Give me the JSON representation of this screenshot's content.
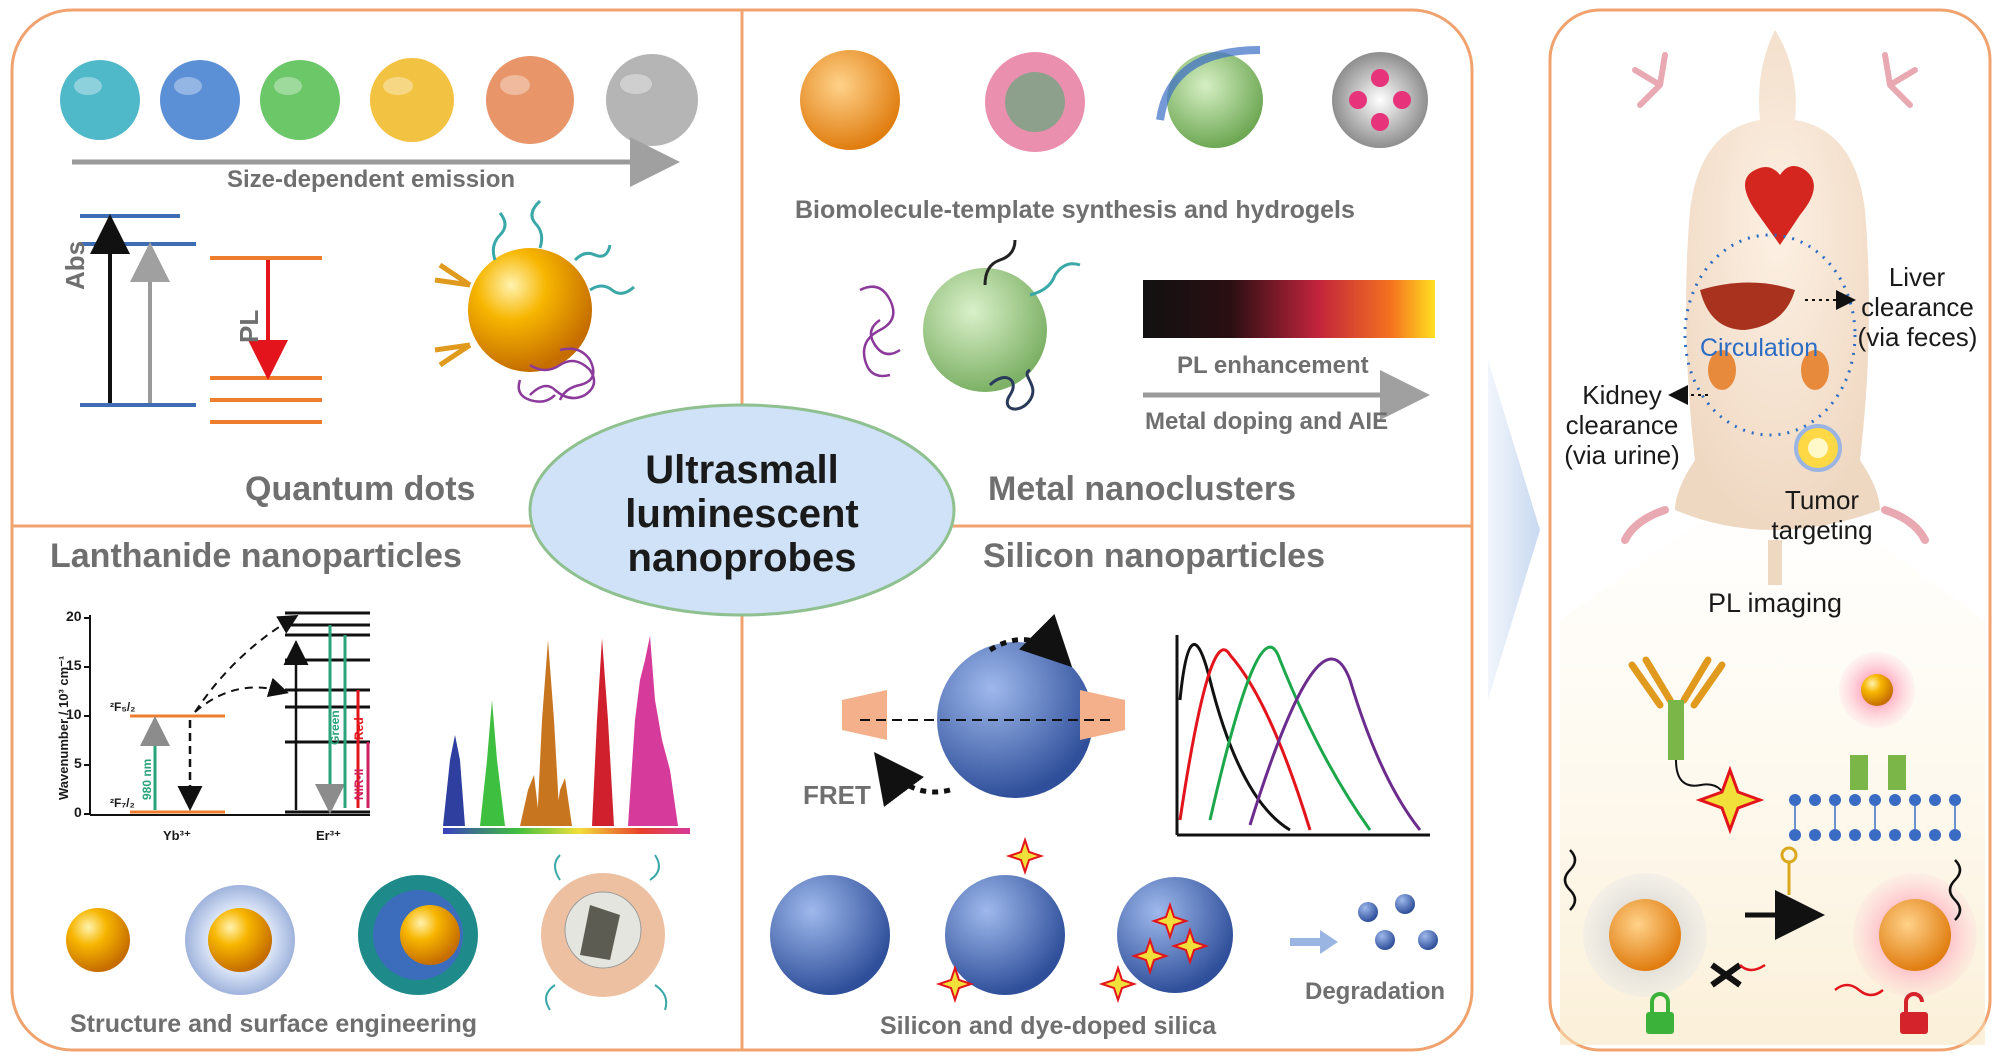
{
  "center_title": {
    "line1": "Ultrasmall",
    "line2": "luminescent",
    "line3": "nanoprobes"
  },
  "quantum_dots": {
    "title": "Quantum dots",
    "size_caption": "Size-dependent emission",
    "abs_label": "Abs",
    "pl_label": "PL",
    "sphere_colors": [
      "#4fb8c9",
      "#5b8fd6",
      "#6cc769",
      "#f2c242",
      "#e8956a",
      "#b5b5b5"
    ]
  },
  "metal_nanoclusters": {
    "title": "Metal nanoclusters",
    "biomolecule_caption": "Biomolecule-template synthesis and hydrogels",
    "pl_enhancement": "PL enhancement",
    "metal_doping": "Metal doping and AIE"
  },
  "lanthanide": {
    "title": "Lanthanide nanoparticles",
    "y_axis_label": "Wavenumber / 10³ cm⁻¹",
    "y_ticks": [
      "20",
      "15",
      "10",
      "5",
      "0"
    ],
    "f52": "²F₅/₂",
    "f72": "²F₇/₂",
    "excitation": "980 nm",
    "green": "Green",
    "red": "Red",
    "nir": "NIR-II",
    "yb": "Yb³⁺",
    "er": "Er³⁺",
    "structure_caption": "Structure and surface engineering",
    "peak_colors": [
      "#2f3fa0",
      "#3fbf3f",
      "#c8751f",
      "#c8751f",
      "#c8751f",
      "#d0202e",
      "#d63a9a"
    ]
  },
  "silicon": {
    "title": "Silicon nanoparticles",
    "fret": "FRET",
    "caption": "Silicon and dye-doped silica",
    "degradation": "Degradation"
  },
  "mouse_panel": {
    "liver": "Liver",
    "liver_clearance": "clearance",
    "liver_via": "(via feces)",
    "circulation": "Circulation",
    "kidney": "Kidney",
    "kidney_clearance": "clearance",
    "kidney_via": "(via urine)",
    "tumor": "Tumor",
    "targeting": "targeting",
    "pl_imaging": "PL imaging"
  },
  "colors": {
    "frame": "#f0a36f",
    "ellipse_fill": "#cfe2f7",
    "ellipse_stroke": "#8fc08f",
    "grey_text": "#6f6f6f",
    "circulation_text": "#2b6cc4"
  }
}
